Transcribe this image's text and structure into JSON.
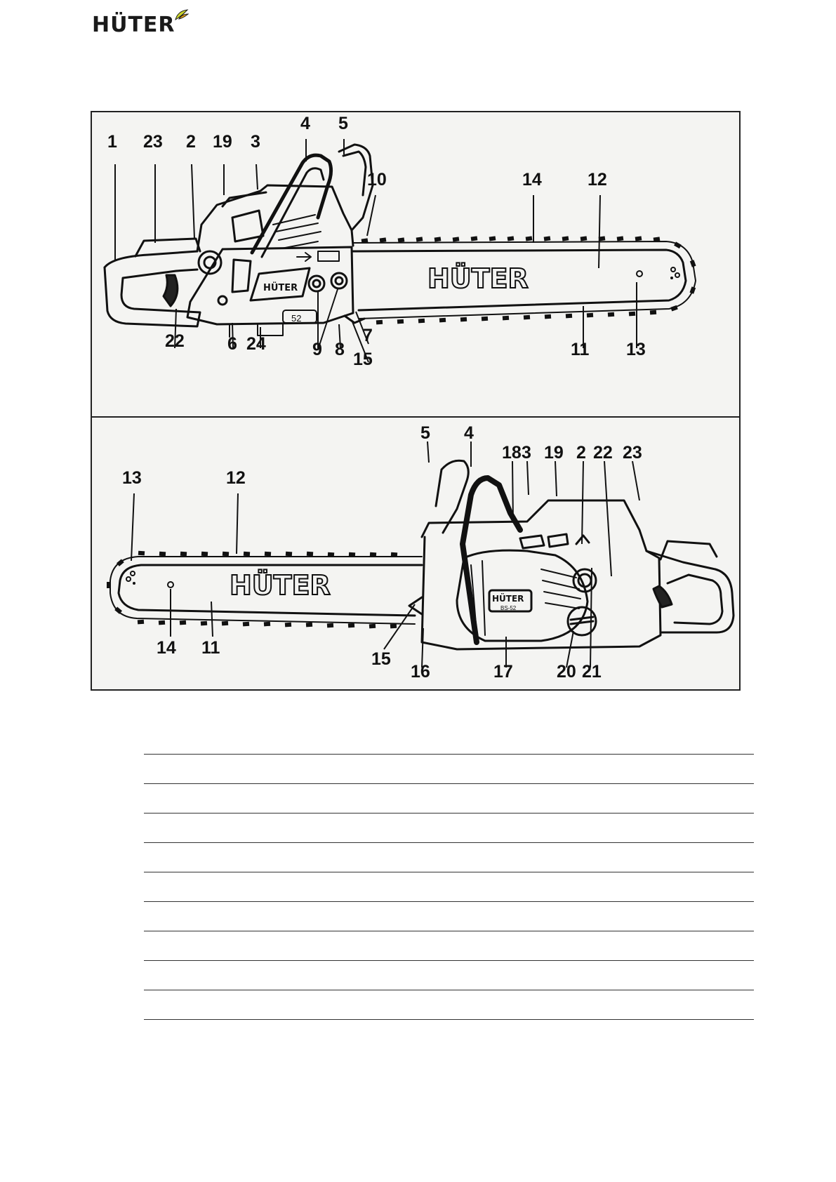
{
  "header": {
    "brand": "HÜTER"
  },
  "figure": {
    "top_view": {
      "bar_logo": "HÜTER",
      "housing_logo": "HÜTER",
      "model_label": "52",
      "callouts": [
        "1",
        "23",
        "2",
        "19",
        "3",
        "4",
        "5",
        "10",
        "14",
        "12",
        "22",
        "6",
        "24",
        "9",
        "8",
        "7",
        "15",
        "11",
        "13"
      ]
    },
    "bottom_view": {
      "bar_logo": "HÜTER",
      "housing_logo": "HÜTER",
      "model_label": "BS-52",
      "callouts": [
        "5",
        "4",
        "18",
        "3",
        "19",
        "2",
        "22",
        "23",
        "13",
        "12",
        "14",
        "11",
        "15",
        "16",
        "17",
        "20",
        "21"
      ]
    }
  },
  "parts_table": {
    "row_count": 10
  }
}
